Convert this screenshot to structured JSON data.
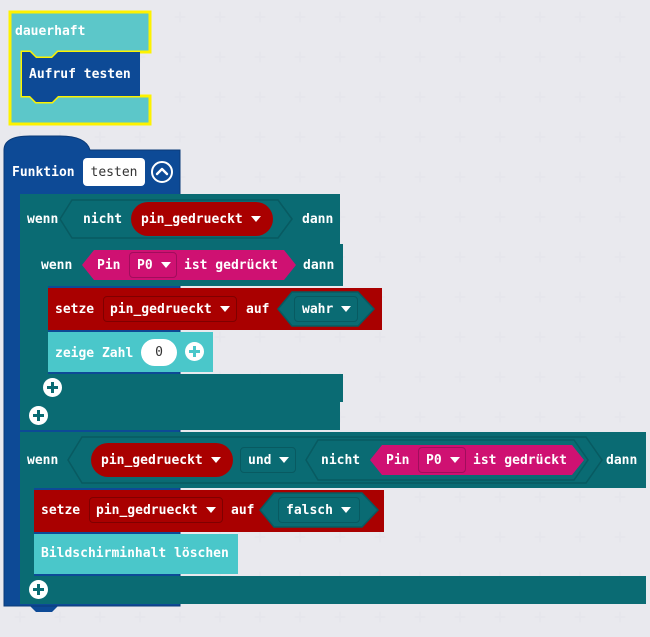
{
  "colors": {
    "loop_block": "#5cc7c9",
    "highlight": "#fdf200",
    "function_block": "#0d4a96",
    "logic_block": "#0a6b73",
    "variable_block": "#a90000",
    "input_block": "#cf1172",
    "basic_block": "#4ac7ca"
  },
  "forever_block": {
    "label": "dauerhaft",
    "call_label": "Aufruf testen"
  },
  "function_block": {
    "keyword": "Funktion",
    "name": "testen",
    "collapse_icon": "chevron-up-icon"
  },
  "if_block_1": {
    "wenn": "wenn",
    "nicht": "nicht",
    "variable": "pin_gedrueckt",
    "dann": "dann",
    "inner_if": {
      "wenn": "wenn",
      "pin_label": "Pin",
      "pin_value": "P0",
      "pressed": "ist gedrückt",
      "dann": "dann",
      "set_block": {
        "setze": "setze",
        "variable": "pin_gedrueckt",
        "auf": "auf",
        "value": "wahr"
      },
      "show_number": {
        "label": "zeige Zahl",
        "value": "0"
      }
    }
  },
  "if_block_2": {
    "wenn": "wenn",
    "variable": "pin_gedrueckt",
    "und": "und",
    "nicht": "nicht",
    "pin_label": "Pin",
    "pin_value": "P0",
    "pressed": "ist gedrückt",
    "dann": "dann",
    "set_block": {
      "setze": "setze",
      "variable": "pin_gedrueckt",
      "auf": "auf",
      "value": "falsch"
    },
    "clear_screen": {
      "label": "Bildschirminhalt löschen"
    }
  }
}
